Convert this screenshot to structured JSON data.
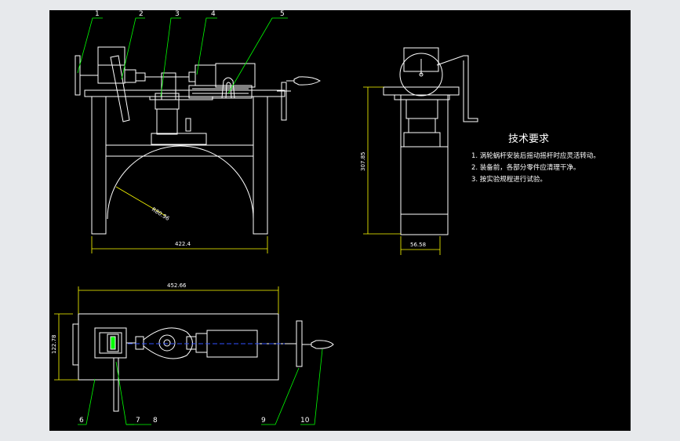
{
  "technical_requirements": {
    "title": "技术要求",
    "items": [
      "1. 涡轮蜗杆安装后摇动摇杆时应灵活转动。",
      "2. 装备前，各部分零件应清理干净。",
      "3. 按实验规程进行试验。"
    ]
  },
  "dimensions": {
    "front_width": "422.4",
    "front_radius": "R80.96",
    "side_height": "307.85",
    "side_width": "56.58",
    "top_width": "452.66",
    "top_height": "122.78"
  },
  "balloons": [
    "1",
    "2",
    "3",
    "4",
    "5",
    "6",
    "7",
    "8",
    "9",
    "10"
  ],
  "colors": {
    "background": "#000000",
    "outline": "#ffffff",
    "leader": "#00ff00",
    "dimension": "#ffff00",
    "centerline": "#0000ff",
    "window": "#e7e9ec"
  }
}
